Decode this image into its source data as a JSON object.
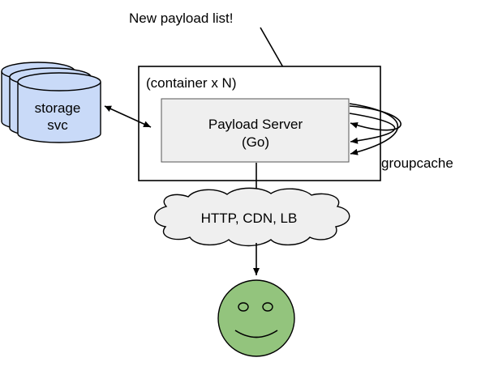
{
  "annotation": "New payload list!",
  "container_label": "(container x N)",
  "server": {
    "line1": "Payload Server",
    "line2": "(Go)"
  },
  "storage": {
    "line1": "storage",
    "line2": "svc"
  },
  "groupcache_label": "groupcache",
  "network_label": "HTTP, CDN, LB",
  "user_icon": "smiley-face-icon",
  "colors": {
    "storage_fill": "#c9daf8",
    "server_fill": "#efefef",
    "cloud_fill": "#efefef",
    "face_fill": "#93c47d",
    "stroke": "#000000"
  }
}
